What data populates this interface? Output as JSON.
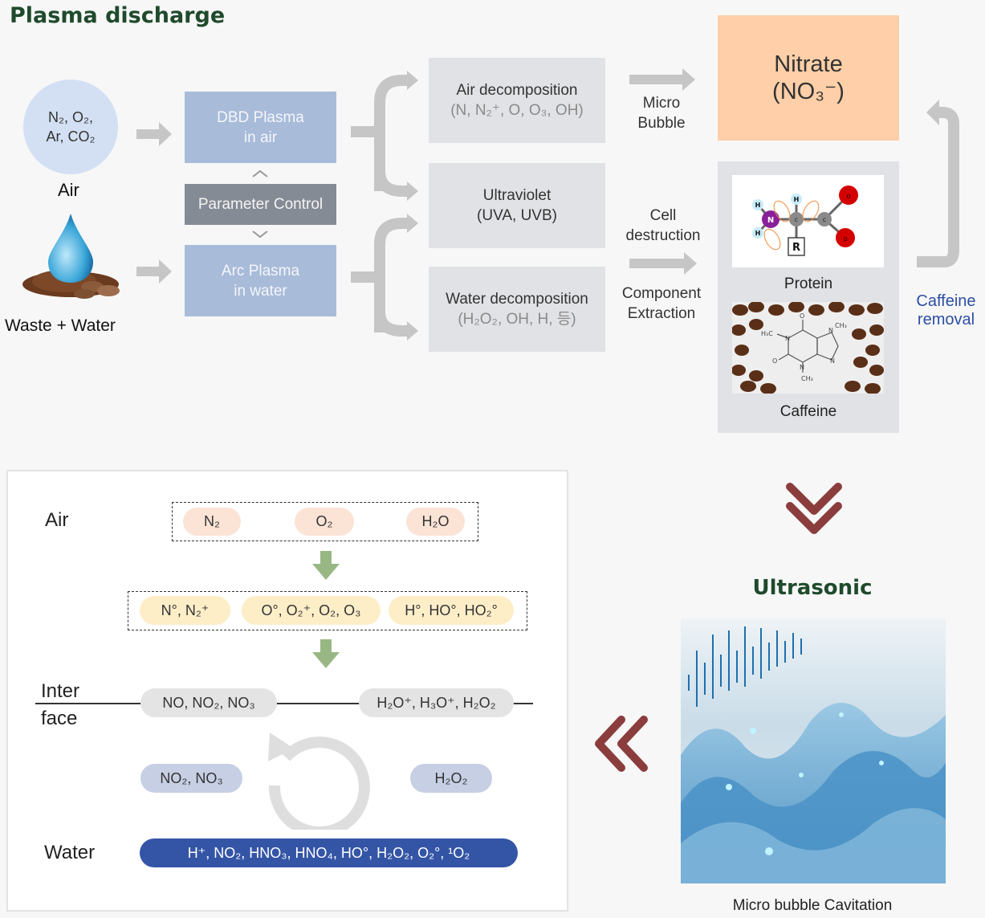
{
  "header": {
    "title": "Plasma discharge"
  },
  "inputs": {
    "air_circle": {
      "line1": "N₂, O₂,",
      "line2": "Ar, CO₂"
    },
    "air_label": "Air",
    "waste_label": "Waste + Water"
  },
  "plasma": {
    "dbd": {
      "line1": "DBD Plasma",
      "line2": "in air"
    },
    "control": "Parameter Control",
    "arc": {
      "line1": "Arc Plasma",
      "line2": "in water"
    }
  },
  "products": {
    "air_decomp": {
      "title": "Air decomposition",
      "species": "(N, N₂⁺, O, O₃, OH)"
    },
    "uv": {
      "title": "Ultraviolet",
      "species": "(UVA, UVB)"
    },
    "water_decomp": {
      "title": "Water decomposition",
      "species": "(H₂O₂, OH, H, 등)"
    }
  },
  "effects": {
    "micro_bubble": {
      "line1": "Micro",
      "line2": "Bubble"
    },
    "cell": {
      "line1": "Cell",
      "line2": "destruction"
    },
    "component": {
      "line1": "Component",
      "line2": "Extraction"
    }
  },
  "outputs": {
    "nitrate": {
      "line1": "Nitrate",
      "line2": "(NO₃⁻)"
    },
    "protein_label": "Protein",
    "caffeine_label": "Caffeine",
    "caffeine_removal": {
      "line1": "Caffeine",
      "line2": "removal"
    }
  },
  "reaction_panel": {
    "air_label": "Air",
    "air_species": [
      "N₂",
      "O₂",
      "H₂O"
    ],
    "radicals": [
      "N°, N₂⁺",
      "O°, O₂⁺, O₂, O₃",
      "H°, HO°, HO₂°"
    ],
    "interface_label": {
      "line1": "Inter",
      "line2": "face"
    },
    "interface_species": [
      "NO, NO₂, NO₃",
      "H₂O⁺, H₃O⁺, H₂O₂"
    ],
    "dissolved_species": [
      "NO₂, NO₃",
      "H₂O₂"
    ],
    "water_label": "Water",
    "water_species": "H⁺, NO₂, HNO₃, HNO₄, HO°, H₂O₂, O₂°, ¹O₂"
  },
  "ultrasonic": {
    "title": "Ultrasonic",
    "caption": "Micro bubble Cavitation"
  },
  "colors": {
    "title_green": "#1f4a2c",
    "plasma_box": "#a8bbd9",
    "nitrate_box": "#fecfa8",
    "chevron": "#8b3d3d",
    "water_pill": "#3455a6",
    "caffeine_removal_text": "#2c4fa3",
    "flow_arrow": "#c6c6c6",
    "reaction_arrow": "#99b784"
  }
}
